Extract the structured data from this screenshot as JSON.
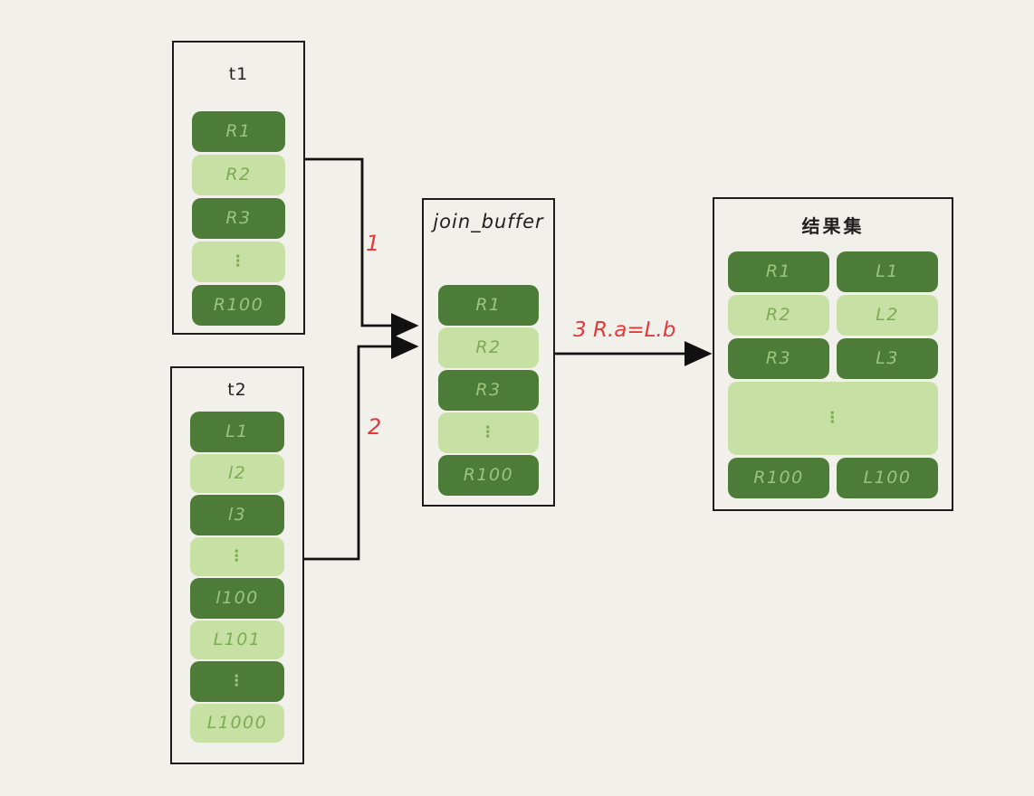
{
  "diagram": {
    "background": "#f2f0eb",
    "colors": {
      "row_dark": "#4d7c39",
      "row_light": "#c7e1a4",
      "text_on_dark": "#9cc47c",
      "text_on_light": "#7dab55",
      "box_border": "#1c1c1c",
      "arrow": "#111111",
      "step_label_red": "#e5393b"
    },
    "boxes": {
      "t1": {
        "title": "t1",
        "rows": [
          {
            "label": "R1"
          },
          {
            "label": "R2"
          },
          {
            "label": "R3"
          },
          {
            "label": "⋮"
          },
          {
            "label": "R100"
          }
        ]
      },
      "t2": {
        "title": "t2",
        "rows": [
          {
            "label": "L1"
          },
          {
            "label": "l2"
          },
          {
            "label": "l3"
          },
          {
            "label": "⋮"
          },
          {
            "label": "l100"
          },
          {
            "label": "L101"
          },
          {
            "label": "⋮"
          },
          {
            "label": "L1000"
          }
        ]
      },
      "join_buffer": {
        "title": "join_buffer",
        "rows": [
          {
            "label": "R1"
          },
          {
            "label": "R2"
          },
          {
            "label": "R3"
          },
          {
            "label": "⋮"
          },
          {
            "label": "R100"
          }
        ]
      },
      "result": {
        "title": "结果集",
        "rows": [
          {
            "left": "R1",
            "right": "L1"
          },
          {
            "left": "R2",
            "right": "L2"
          },
          {
            "left": "R3",
            "right": "L3"
          },
          {
            "dots": "⋮"
          },
          {
            "left": "R100",
            "right": "L100"
          }
        ]
      }
    },
    "arrows": [
      {
        "step": "1",
        "from": "t1",
        "to": "join_buffer"
      },
      {
        "step": "2",
        "from": "t2",
        "to": "join_buffer"
      },
      {
        "step": "3",
        "condition": "R.a=L.b",
        "label": "3  R.a=L.b",
        "from": "join_buffer",
        "to": "result"
      }
    ]
  }
}
